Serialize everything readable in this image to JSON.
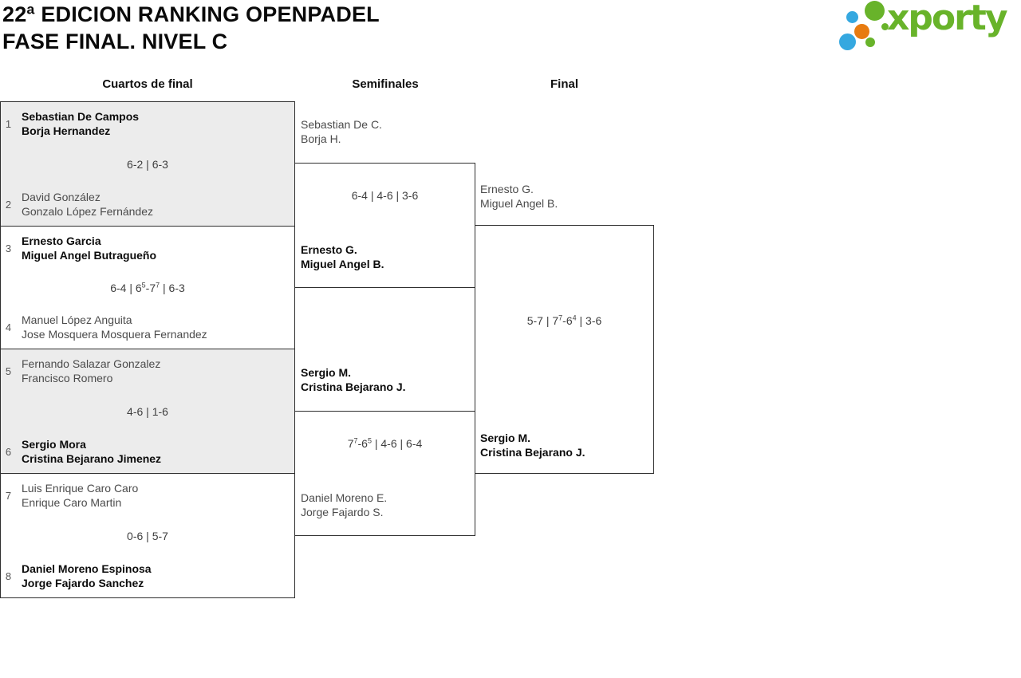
{
  "header": {
    "title_line1": "22ª EDICION RANKING OPENPADEL",
    "title_line2": "FASE FINAL. NIVEL C",
    "logo_text": "xporty",
    "logo_colors": {
      "green": "#68b32a",
      "blue": "#35a8e0",
      "orange": "#e87b10"
    }
  },
  "rounds": [
    {
      "label": "Cuartos de final"
    },
    {
      "label": "Semifinales"
    },
    {
      "label": "Final"
    }
  ],
  "bracket": {
    "quarterfinals": [
      {
        "seed_top": "1",
        "team_top": [
          "Sebastian De Campos",
          "Borja Hernandez"
        ],
        "top_winner": true,
        "score": "6-2 | 6-3",
        "seed_bottom": "2",
        "team_bottom": [
          "David González",
          "Gonzalo López Fernández"
        ],
        "bottom_winner": false
      },
      {
        "seed_top": "3",
        "team_top": [
          "Ernesto Garcia",
          "Miguel Angel Butragueño"
        ],
        "top_winner": true,
        "score": "6-4 | 6^5-7^7 | 6-3",
        "seed_bottom": "4",
        "team_bottom": [
          "Manuel López Anguita",
          "Jose Mosquera Mosquera Fernandez"
        ],
        "bottom_winner": false
      },
      {
        "seed_top": "5",
        "team_top": [
          "Fernando Salazar Gonzalez",
          "Francisco Romero"
        ],
        "top_winner": false,
        "score": "4-6 | 1-6",
        "seed_bottom": "6",
        "team_bottom": [
          "Sergio Mora",
          "Cristina Bejarano Jimenez"
        ],
        "bottom_winner": true
      },
      {
        "seed_top": "7",
        "team_top": [
          "Luis Enrique Caro Caro",
          "Enrique Caro Martin"
        ],
        "top_winner": false,
        "score": "0-6 | 5-7",
        "seed_bottom": "8",
        "team_bottom": [
          "Daniel Moreno Espinosa",
          "Jorge Fajardo Sanchez"
        ],
        "bottom_winner": true
      }
    ],
    "semifinals": [
      {
        "team_top": [
          "Sebastian De C.",
          "Borja H."
        ],
        "top_winner": false,
        "score": "6-4 | 4-6 | 3-6",
        "team_bottom": [
          "Ernesto G.",
          "Miguel Angel B."
        ],
        "bottom_winner": true
      },
      {
        "team_top": [
          "Sergio M.",
          "Cristina Bejarano J."
        ],
        "top_winner": true,
        "score": "7^7-6^5 | 4-6 | 6-4",
        "team_bottom": [
          "Daniel Moreno E.",
          "Jorge Fajardo S."
        ],
        "bottom_winner": false
      }
    ],
    "final": {
      "team_top": [
        "Ernesto G.",
        "Miguel Angel B."
      ],
      "top_winner": false,
      "score": "5-7 | 7^7-6^4 | 3-6",
      "team_bottom": [
        "Sergio M.",
        "Cristina Bejarano J."
      ],
      "bottom_winner": true
    }
  }
}
